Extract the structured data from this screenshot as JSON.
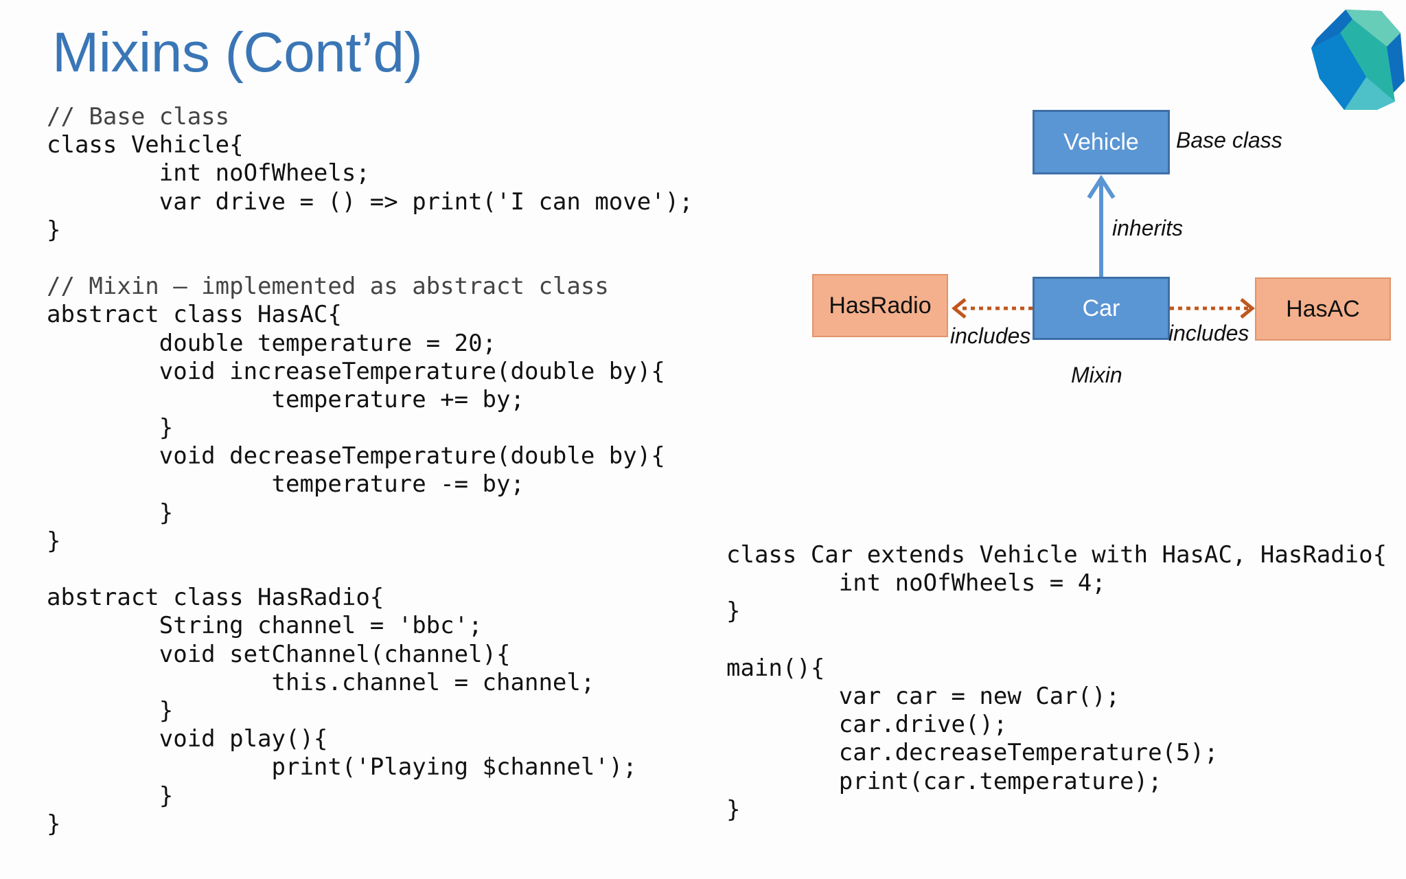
{
  "slide": {
    "title": "Mixins (Cont’d)",
    "logo_icon": "dart-logo-icon",
    "colors": {
      "title": "#3a76b6",
      "blue_box": "#5a95d4",
      "orange_box": "#f4b08c",
      "include_arrow": "#c0561c",
      "inherit_arrow": "#5a95d4"
    }
  },
  "code_left": [
    {
      "text": "// Base class",
      "comment": true
    },
    {
      "text": "class Vehicle{"
    },
    {
      "text": "        int noOfWheels;"
    },
    {
      "text": "        var drive = () => print('I can move');"
    },
    {
      "text": "}"
    },
    {
      "text": ""
    },
    {
      "text": "// Mixin – implemented as abstract class",
      "comment": true
    },
    {
      "text": "abstract class HasAC{"
    },
    {
      "text": "        double temperature = 20;"
    },
    {
      "text": "        void increaseTemperature(double by){"
    },
    {
      "text": "                temperature += by;"
    },
    {
      "text": "        }"
    },
    {
      "text": "        void decreaseTemperature(double by){"
    },
    {
      "text": "                temperature -= by;"
    },
    {
      "text": "        }"
    },
    {
      "text": "}"
    },
    {
      "text": ""
    },
    {
      "text": "abstract class HasRadio{"
    },
    {
      "text": "        String channel = 'bbc';"
    },
    {
      "text": "        void setChannel(channel){"
    },
    {
      "text": "                this.channel = channel;"
    },
    {
      "text": "        }"
    },
    {
      "text": "        void play(){"
    },
    {
      "text": "                print('Playing $channel');"
    },
    {
      "text": "        }"
    },
    {
      "text": "}"
    }
  ],
  "code_right": [
    {
      "text": "class Car extends Vehicle with HasAC, HasRadio{"
    },
    {
      "text": "        int noOfWheels = 4;"
    },
    {
      "text": "}"
    },
    {
      "text": ""
    },
    {
      "text": "main(){"
    },
    {
      "text": "        var car = new Car();"
    },
    {
      "text": "        car.drive();"
    },
    {
      "text": "        car.decreaseTemperature(5);"
    },
    {
      "text": "        print(car.temperature);"
    },
    {
      "text": "}"
    }
  ],
  "diagram": {
    "nodes": {
      "vehicle": "Vehicle",
      "car": "Car",
      "has_radio": "HasRadio",
      "has_ac": "HasAC"
    },
    "labels": {
      "base_class": "Base class",
      "inherits": "inherits",
      "includes_left": "includes",
      "includes_right": "includes",
      "mixin": "Mixin"
    },
    "edges": [
      {
        "from": "car",
        "to": "vehicle",
        "label": "inherits",
        "style": "solid"
      },
      {
        "from": "car",
        "to": "has_radio",
        "label": "includes",
        "style": "dotted"
      },
      {
        "from": "car",
        "to": "has_ac",
        "label": "includes",
        "style": "dotted"
      }
    ]
  }
}
